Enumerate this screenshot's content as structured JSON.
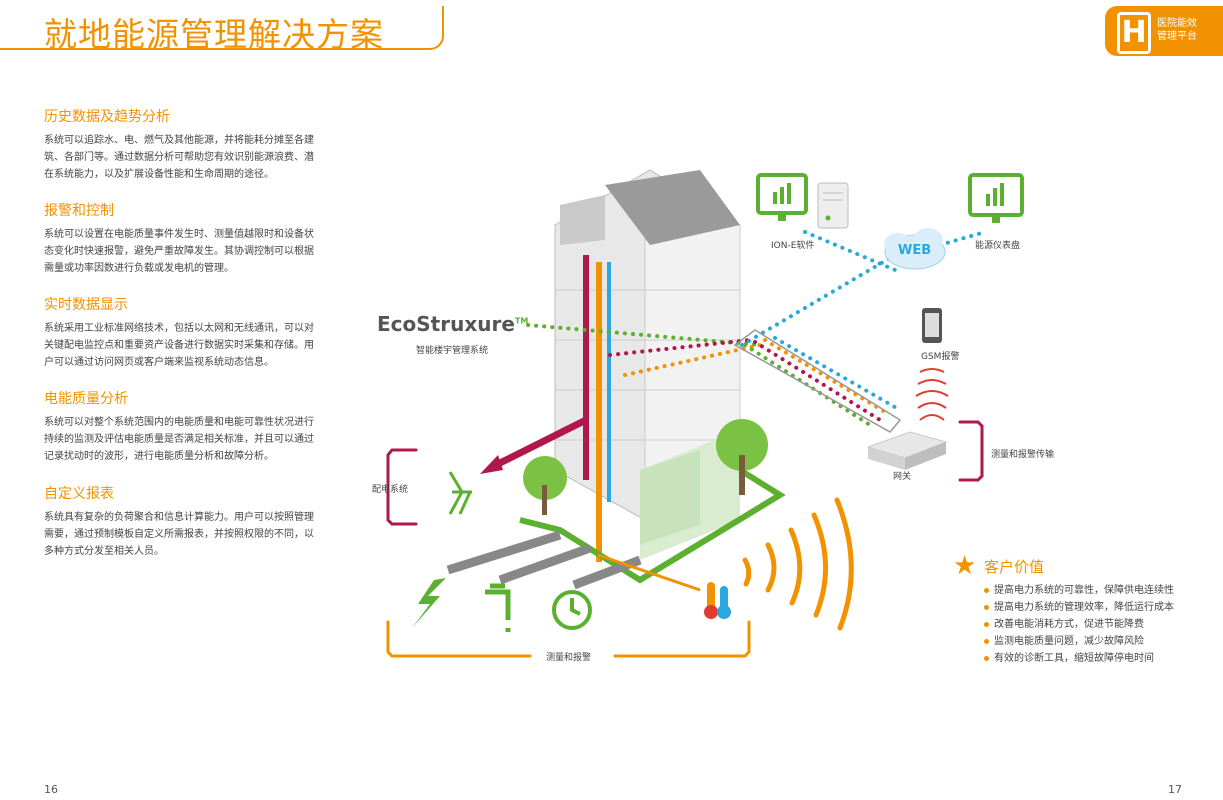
{
  "header": {
    "title": "就地能源管理解决方案",
    "badge_letter": "H",
    "badge_line1": "医院能效",
    "badge_line2": "管理平台"
  },
  "sections": [
    {
      "title": "历史数据及趋势分析",
      "lines": [
        "系统可以追踪水、电、燃气及其他能源，并将能耗分摊至各建",
        "筑、各部门等。通过数据分析可帮助您有效识别能源浪费、潜",
        "在系统能力，以及扩展设备性能和生命周期的途径。"
      ]
    },
    {
      "title": "报警和控制",
      "lines": [
        "系统可以设置在电能质量事件发生时、测量值越限时和设备状",
        "态变化时快速报警，避免严重故障发生。其协调控制可以根据",
        "需量或功率因数进行负载或发电机的管理。"
      ]
    },
    {
      "title": "实时数据显示",
      "lines": [
        "系统采用工业标准网络技术，包括以太网和无线通讯，可以对",
        "关键配电监控点和重要资产设备进行数据实时采集和存储。用",
        "户可以通过访问网页或客户端来监视系统动态信息。"
      ]
    },
    {
      "title": "电能质量分析",
      "lines": [
        "系统可以对整个系统范围内的电能质量和电能可靠性状况进行",
        "持续的监测及评估电能质量是否满足相关标准，并且可以通过",
        "记录扰动时的波形，进行电能质量分析和故障分析。"
      ]
    },
    {
      "title": "自定义报表",
      "lines": [
        "系统具有复杂的负荷聚合和信息计算能力。用户可以按照管理",
        "需要，通过预制模板自定义所需报表，并按照权限的不同，以",
        "多种方式分发至相关人员。"
      ]
    }
  ],
  "diagram": {
    "logo_text": "EcoStruxure",
    "logo_tm": "TM",
    "logo_sub": "智能楼宇管理系统",
    "ion_label": "ION-E软件",
    "dashboard_label": "能源仪表盘",
    "web_label": "WEB",
    "gsm_label": "GSM报警",
    "gateway_label": "网关",
    "transmit_label": "测量和报警传输",
    "distribution_label": "配电系统",
    "measure_label": "测量和报警"
  },
  "customer_value": {
    "title": "客户价值",
    "items": [
      "提高电力系统的可靠性，保障供电连续性",
      "提高电力系统的管理效率，降低运行成本",
      "改善电能消耗方式，促进节能降费",
      "监测电能质量问题，减少故障风险",
      "有效的诊断工具，缩短故障停电时间"
    ]
  },
  "pages": {
    "left": "16",
    "right": "17"
  },
  "colors": {
    "accent": "#f39200",
    "green": "#5bb030",
    "crimson": "#b0174d",
    "blue": "#29a8e0"
  }
}
